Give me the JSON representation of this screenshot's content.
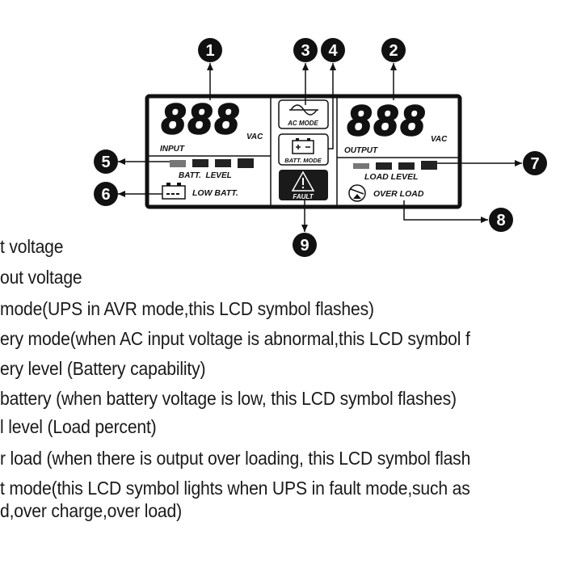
{
  "lcd": {
    "input_digits": "888",
    "output_digits": "888",
    "unit": "VAC",
    "input_label": "INPUT",
    "output_label": "OUTPUT",
    "ac_mode_label": "AC MODE",
    "batt_mode_label": "BATT. MODE",
    "fault_label": "FAULT",
    "batt_level_label": "BATT.  LEVEL",
    "low_batt_label": "LOW BATT.",
    "load_level_label": "LOAD LEVEL",
    "over_load_label": "OVER LOAD"
  },
  "callouts": [
    "1",
    "2",
    "3",
    "4",
    "5",
    "6",
    "7",
    "8",
    "9"
  ],
  "descriptions": [
    "t voltage",
    "out voltage",
    "mode(UPS in AVR mode,this LCD symbol flashes)",
    "ery mode(when AC input voltage is abnormal,this LCD symbol f",
    "ery level (Battery capability)",
    "battery (when battery voltage is low, this LCD symbol flashes)",
    "l level (Load percent)",
    "r load (when there is output over loading,  this LCD symbol flash",
    "t mode(this LCD symbol lights when UPS in fault mode,such as",
    "d,over charge,over load)"
  ]
}
